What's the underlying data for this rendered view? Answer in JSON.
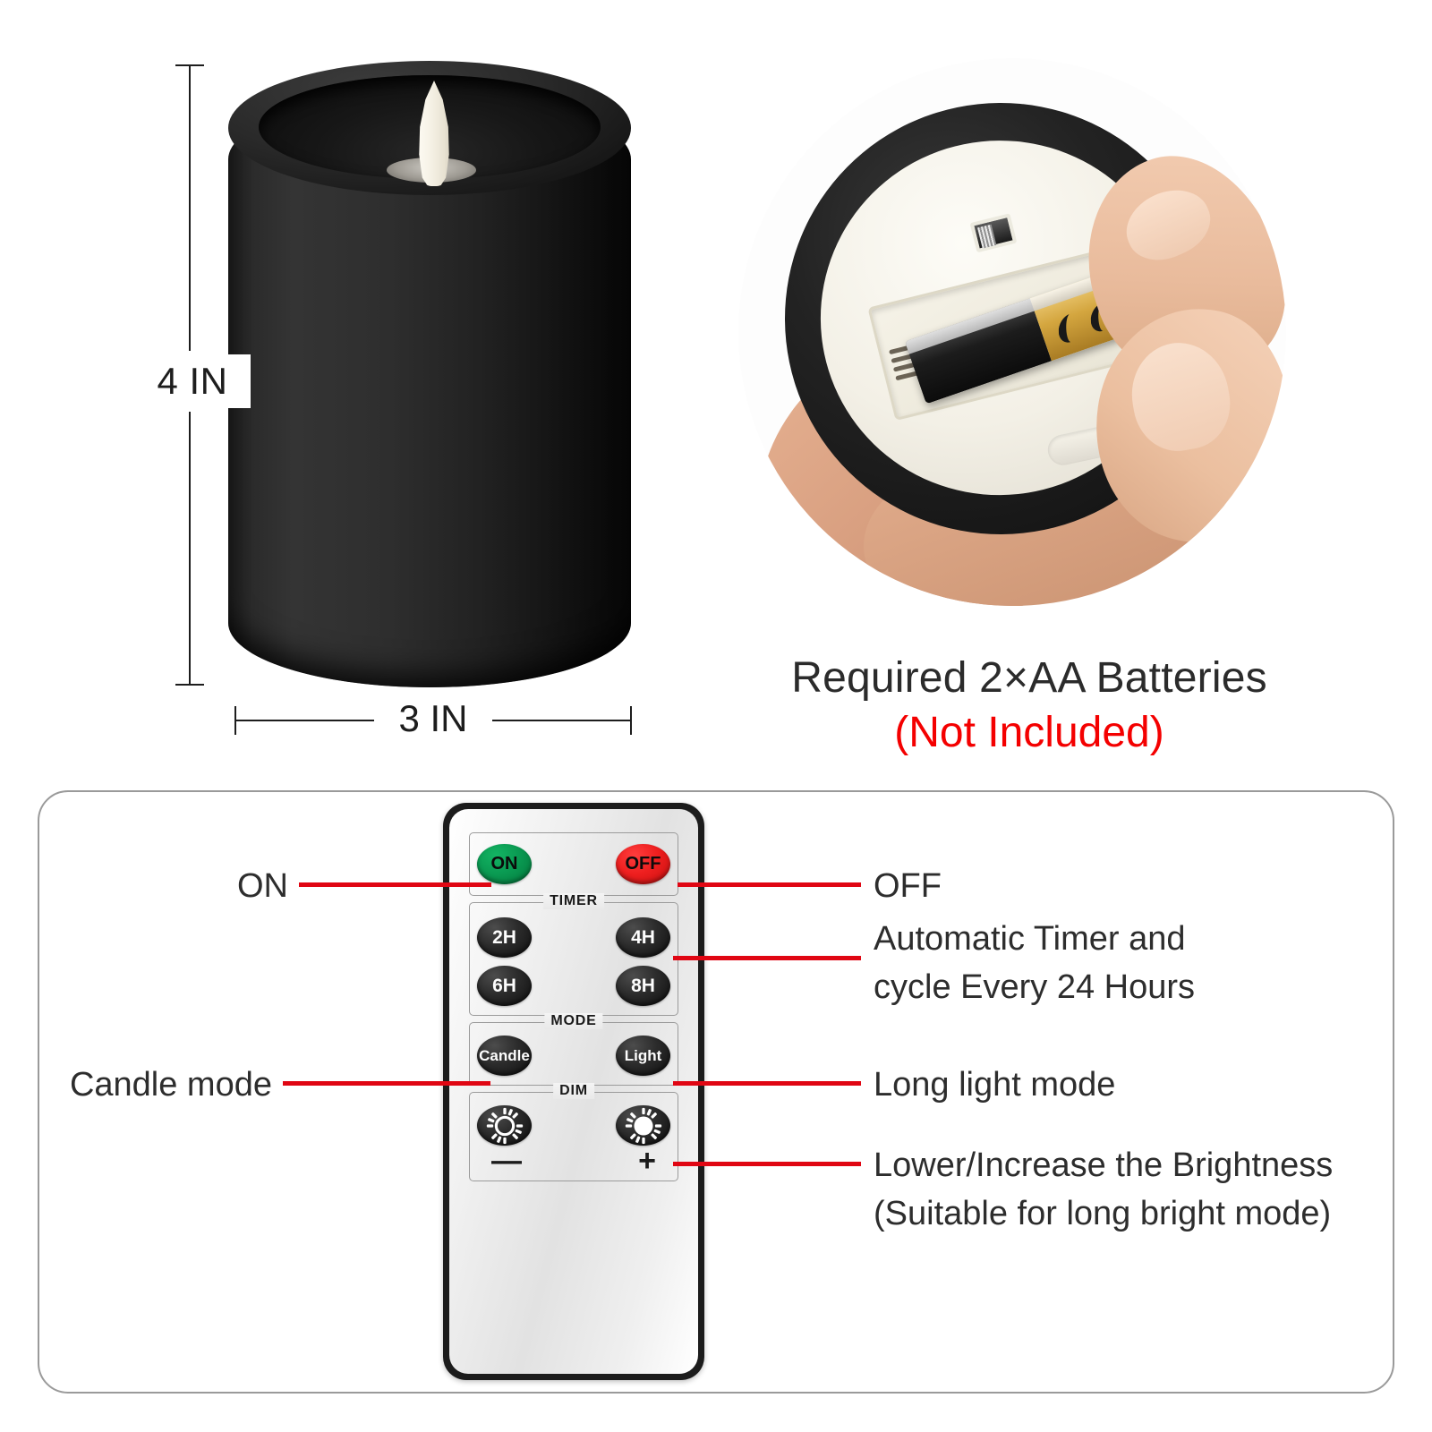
{
  "dimensions": {
    "height_label": "4 IN",
    "width_label": "3 IN"
  },
  "battery": {
    "caption_line1": "Required 2×AA Batteries",
    "caption_line2": "(Not Included)",
    "caption_line2_color": "#f40000"
  },
  "remote": {
    "power": {
      "on_label": "ON",
      "off_label": "OFF",
      "on_color": "#0a9a52",
      "off_color": "#ee1f1f"
    },
    "timer": {
      "title": "TIMER",
      "buttons": [
        "2H",
        "4H",
        "6H",
        "8H"
      ]
    },
    "mode": {
      "title": "MODE",
      "buttons": [
        "Candle",
        "Light"
      ]
    },
    "dim": {
      "title": "DIM",
      "minus_sign": "—",
      "plus_sign": "+",
      "icons": [
        "sun-dim-icon",
        "sun-bright-icon"
      ]
    }
  },
  "callouts": {
    "left": [
      {
        "text": "ON",
        "name": "callout-on"
      },
      {
        "text": "Candle mode",
        "name": "callout-candle-mode"
      }
    ],
    "right": [
      {
        "line1": "OFF",
        "line2": "",
        "name": "callout-off"
      },
      {
        "line1": "Automatic Timer and",
        "line2": "cycle Every 24 Hours",
        "name": "callout-timer"
      },
      {
        "line1": "Long light mode",
        "line2": "",
        "name": "callout-light-mode"
      },
      {
        "line1": "Lower/Increase the Brightness",
        "line2": "(Suitable for long bright mode)",
        "name": "callout-brightness"
      }
    ]
  },
  "colors": {
    "lead_line": "#e00613",
    "panel_border": "#9a9a9a",
    "text": "#2d2d2d"
  }
}
